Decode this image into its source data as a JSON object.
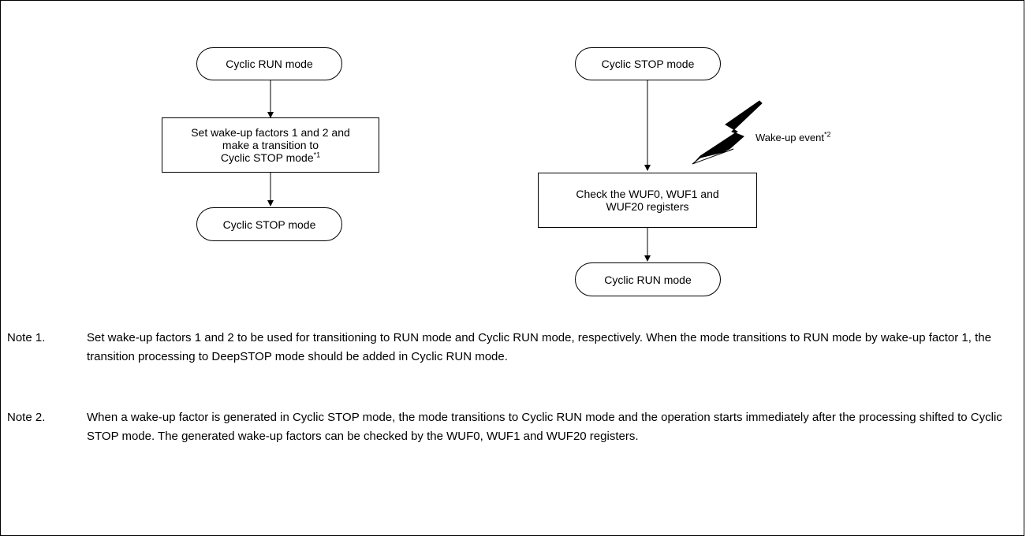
{
  "left_flow": {
    "start": "Cyclic RUN mode",
    "process_lines": [
      "Set wake-up factors 1 and 2 and",
      "make a transition to",
      "Cyclic STOP mode"
    ],
    "process_footnote": "*1",
    "end": "Cyclic STOP mode"
  },
  "right_flow": {
    "start": "Cyclic STOP mode",
    "event_label": "Wake-up event",
    "event_footnote": "*2",
    "process_lines": [
      "Check the WUF0, WUF1 and",
      "WUF20 registers"
    ],
    "end": "Cyclic RUN mode"
  },
  "notes": [
    {
      "label": "Note 1.",
      "text": "Set wake-up factors 1 and 2 to be used for transitioning to RUN mode and Cyclic RUN mode, respectively. When the mode transitions to RUN mode by wake-up factor 1, the transition processing to DeepSTOP mode should be added in Cyclic RUN mode."
    },
    {
      "label": "Note 2.",
      "text": "When a wake-up factor is generated in Cyclic STOP mode, the mode transitions to Cyclic RUN mode and the operation starts immediately after the processing shifted to Cyclic STOP mode. The generated wake-up factors can be checked by the WUF0, WUF1 and WUF20 registers."
    }
  ]
}
